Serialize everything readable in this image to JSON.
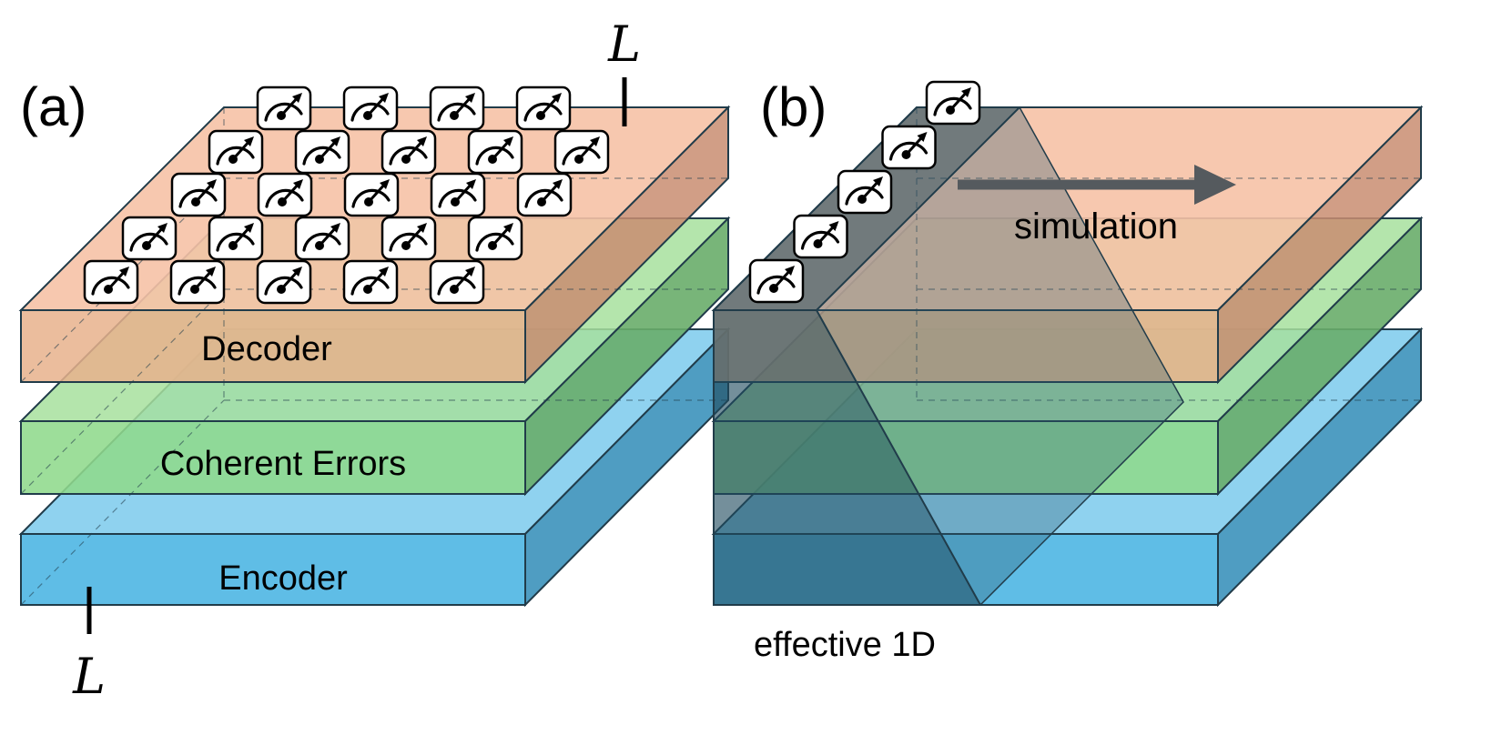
{
  "panel_a": {
    "label": "(a)",
    "size_label": "L",
    "size_label_bottom": "L",
    "layers": {
      "decoder": "Decoder",
      "coherent_errors": "Coherent Errors",
      "encoder": "Encoder"
    },
    "meters": {
      "rows": [
        4,
        5,
        5,
        5,
        5
      ]
    }
  },
  "panel_b": {
    "label": "(b)",
    "simulation_label": "simulation",
    "effective_label": "effective 1D",
    "meters": {
      "count": 5
    }
  },
  "colors": {
    "decoder": "#f3b999",
    "coherent_errors": "#8fd98c",
    "encoder": "#5fbde6",
    "edge": "#213c4a",
    "slice": "#1f4a5e",
    "arrow": "#555a5e"
  },
  "icons": [
    "meter-icon"
  ]
}
